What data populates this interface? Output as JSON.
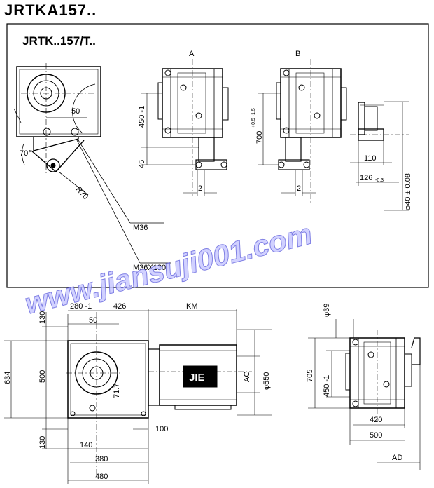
{
  "title": "JRTKA157..",
  "subtitle": "JRTK..157/T..",
  "watermark": "www.jiansuji001.com",
  "brand": "JIE",
  "views": {
    "a": "A",
    "b": "B"
  },
  "dims": {
    "d50top": "50",
    "angle": "70°",
    "r70": "R70",
    "m36": "M36",
    "m36x130": "M36X130",
    "d450": "450 -1",
    "d45": "45",
    "d2a": "2",
    "d700": "700",
    "d700tol": "+0.5 -1.5",
    "d2b": "2",
    "d110": "110",
    "d126": "126",
    "d126tol": "-0.3",
    "phi40": "φ40 ± 0.08",
    "d280": "280 -1",
    "d426": "426",
    "km": "KM",
    "d130top": "130",
    "d50mid": "50",
    "d634": "634",
    "d500": "500",
    "d717": "71.7",
    "ac": "AC",
    "phi550": "φ550",
    "d100": "100",
    "d130bot": "130",
    "d140": "140",
    "d380": "380",
    "d480": "480",
    "phi39": "φ39",
    "d705": "705",
    "d450b": "450 -1",
    "d420": "420",
    "d500b": "500",
    "ad": "AD"
  }
}
